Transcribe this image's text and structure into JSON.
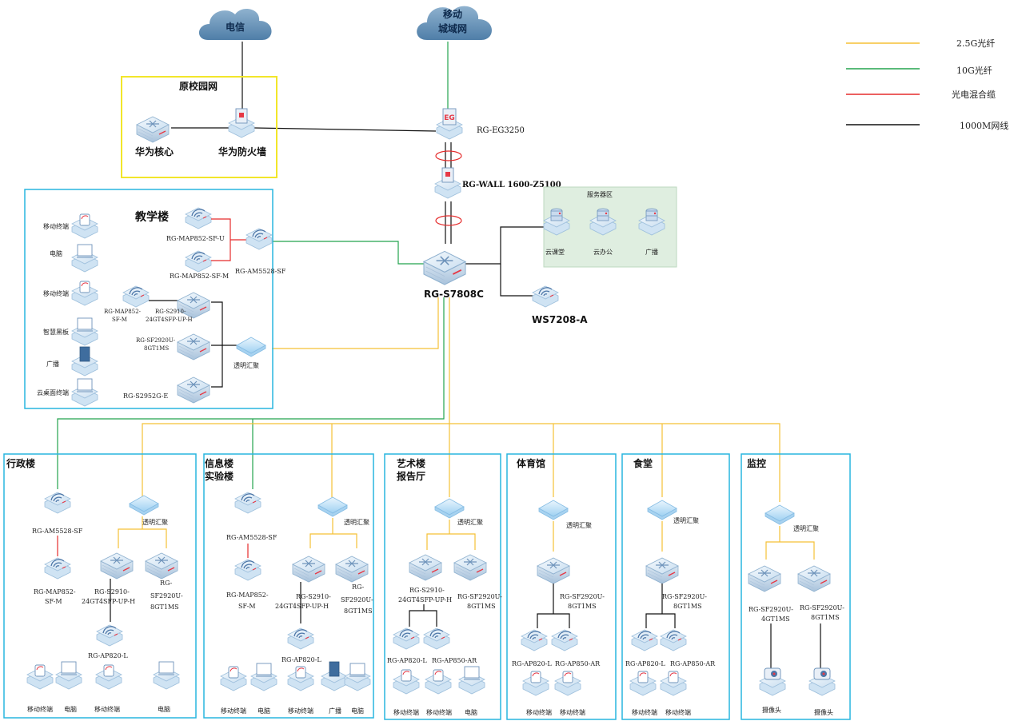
{
  "colors": {
    "fiber25": "#f5c036",
    "fiber10": "#23a34e",
    "hybrid": "#e52b2b",
    "copper": "#111111",
    "box": "#29b6df",
    "campus_box": "#f2e62a",
    "server_fill": "#dfeee0"
  },
  "legend": [
    {
      "label": "2.5G光纤",
      "color": "#f5c036"
    },
    {
      "label": "10G光纤",
      "color": "#23a34e"
    },
    {
      "label": "光电混合缆",
      "color": "#e52b2b"
    },
    {
      "label": "1000M网线",
      "color": "#111111"
    }
  ],
  "clouds": {
    "telecom": "电信",
    "mobile_1": "移动",
    "mobile_2": "城域网"
  },
  "campus": {
    "title": "原校园网",
    "core": "华为核心",
    "firewall": "华为防火墙"
  },
  "core": {
    "egress": "RG-EG3250",
    "wall": "RG-WALL 1600-Z5100",
    "core_switch": "RG-S7808C",
    "wireless_controller": "WS7208-A"
  },
  "server_zone": {
    "title": "服务器区",
    "items": [
      "云课堂",
      "云办公",
      "广播"
    ]
  },
  "teaching": {
    "title": "教学楼",
    "terminals": [
      "移动终端",
      "电脑",
      "移动终端",
      "智慧黑板",
      "广播",
      "云桌面终端"
    ],
    "map_u": "RG-MAP852-SF-U",
    "map_m": "RG-MAP852-SF-M",
    "am": "RG-AM5528-SF",
    "map_small_1": "RG-MAP852-",
    "map_small_2": "SF-M",
    "s2910_1": "RG-S2910-",
    "s2910_2": "24GT4SFP-UP-H",
    "sf2920_1": "RG-SF2920U-",
    "sf2920_2": "8GT1MS",
    "agg": "透明汇聚",
    "s2952": "RG-S2952G-E"
  },
  "admin": {
    "title": "行政楼",
    "am": "RG-AM5528-SF",
    "agg": "透明汇聚",
    "map_1": "RG-MAP852-",
    "map_2": "SF-M",
    "s2910_1": "RG-S2910-",
    "s2910_2": "24GT4SFP-UP-H",
    "sf_1": "RG-",
    "sf_2": "SF2920U-",
    "sf_3": "8GT1MS",
    "ap": "RG-AP820-L",
    "terminals": [
      "移动终端",
      "电脑",
      "移动终端",
      "电脑"
    ]
  },
  "info": {
    "title_1": "信息楼",
    "title_2": "实验楼",
    "am": "RG-AM5528-SF",
    "agg": "透明汇聚",
    "map_1": "RG-MAP852-",
    "map_2": "SF-M",
    "s2910_1": "RG-S2910-",
    "s2910_2": "24GT4SFP-UP-H",
    "sf_1": "RG-",
    "sf_2": "SF2920U-",
    "sf_3": "8GT1MS",
    "ap": "RG-AP820-L",
    "terminals": [
      "移动终端",
      "电脑",
      "移动终端",
      "广播",
      "电脑"
    ]
  },
  "art": {
    "title_1": "艺术楼",
    "title_2": "报告厅",
    "agg": "透明汇聚",
    "s2910_1": "RG-S2910-",
    "s2910_2": "24GT4SFP-UP-H",
    "sf_1": "RG-SF2920U-",
    "sf_2": "8GT1MS",
    "ap_1": "RG-AP820-L",
    "ap_2": "RG-AP850-AR",
    "terminals": [
      "移动终端",
      "移动终端",
      "电脑"
    ]
  },
  "gym": {
    "title": "体育馆",
    "agg": "透明汇聚",
    "sf_1": "RG-SF2920U-",
    "sf_2": "8GT1MS",
    "ap_1": "RG-AP820-L",
    "ap_2": "RG-AP850-AR",
    "terminals": [
      "移动终端",
      "移动终端"
    ]
  },
  "canteen": {
    "title": "食堂",
    "agg": "透明汇聚",
    "sf_1": "RG-SF2920U-",
    "sf_2": "8GT1MS",
    "ap_1": "RG-AP820-L",
    "ap_2": "RG-AP850-AR",
    "terminals": [
      "移动终端",
      "移动终端"
    ]
  },
  "monitor": {
    "title": "监控",
    "agg": "透明汇聚",
    "sf_a_1": "RG-SF2920U-",
    "sf_a_2": "4GT1MS",
    "sf_b_1": "RG-SF2920U-",
    "sf_b_2": "8GT1MS",
    "cams": [
      "摄像头",
      "摄像头"
    ]
  }
}
